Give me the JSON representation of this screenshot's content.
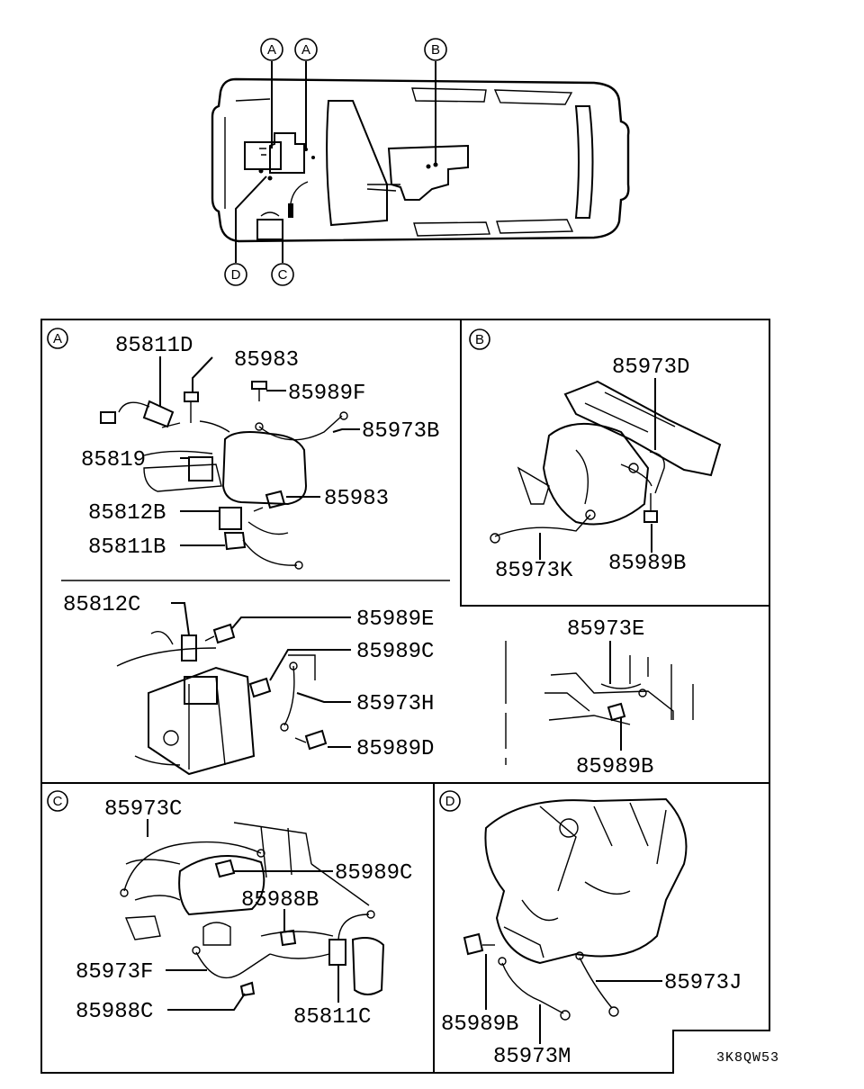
{
  "overview": {
    "callouts": [
      "A",
      "A",
      "B",
      "D",
      "C"
    ]
  },
  "panels": {
    "A": {
      "badge": "A",
      "labels": [
        "85811D",
        "85983",
        "85989F",
        "85973B",
        "85819",
        "85983",
        "85812B",
        "85811B",
        "85812C",
        "85989E",
        "85989C",
        "85973H",
        "85989D",
        "85973E",
        "85989B"
      ]
    },
    "B": {
      "badge": "B",
      "labels": [
        "85973D",
        "85973K",
        "85989B"
      ]
    },
    "C": {
      "badge": "C",
      "labels": [
        "85973C",
        "85989C",
        "85988B",
        "85973F",
        "85988C",
        "85811C"
      ]
    },
    "D": {
      "badge": "D",
      "labels": [
        "85973J",
        "85989B",
        "85973M"
      ]
    }
  },
  "diagram_code": "3K8QW53"
}
